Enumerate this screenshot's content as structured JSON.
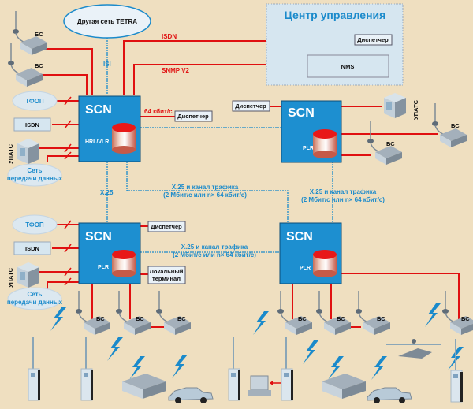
{
  "colors": {
    "background": "#efdfc0",
    "scn_box": "#1d8fd0",
    "control_center": "#d6e6f0",
    "link_red": "#e01010",
    "link_blue": "#1a8acb",
    "cloud": "#dce8f0",
    "device_gray": "#7d8a96"
  },
  "other_network": {
    "label": "Другая сеть TETRA"
  },
  "control_center": {
    "title": "Центр управления",
    "dispatcher": "Диспетчер",
    "nms": "NMS"
  },
  "links": {
    "isi": "ISI",
    "isdn": "ISDN",
    "snmp": "SNMP V2",
    "rate_64": "64 кбит/с",
    "x25": "X.25",
    "x25_traffic_line1": "X.25 и канал трафика",
    "x25_traffic_line2": "(2 Мбит/с или n× 64 кбит/с)"
  },
  "scn_nodes": [
    {
      "label": "SCN",
      "db": "HRL/VLR"
    },
    {
      "label": "SCN",
      "db": "PLR"
    },
    {
      "label": "SCN",
      "db": "PLR"
    },
    {
      "label": "SCN",
      "db": "PLR"
    }
  ],
  "peripherals": {
    "pstn": "ТФОП",
    "isdn": "ISDN",
    "pbx": "УПАТС",
    "data_net_line1": "Сеть",
    "data_net_line2": "передачи данных",
    "dispatcher": "Диспетчер",
    "local_terminal_line1": "Локальный",
    "local_terminal_line2": "терминал",
    "base_station": "БС"
  }
}
